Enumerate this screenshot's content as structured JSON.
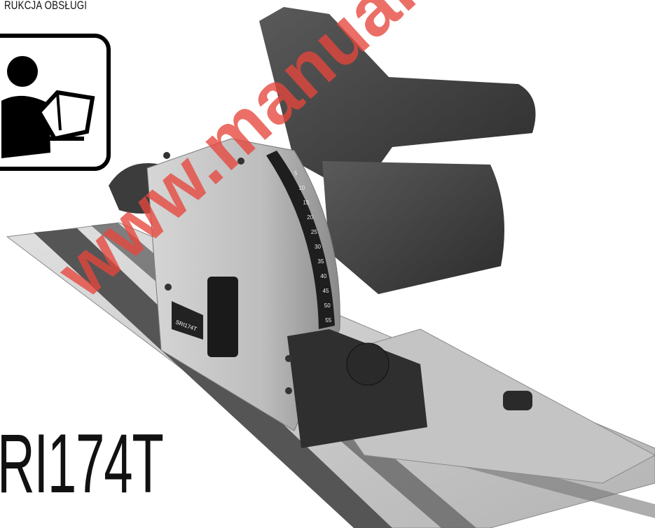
{
  "header": {
    "section_title": "RUKCJA OBSŁUGI"
  },
  "icon": {
    "name": "read-manual-icon"
  },
  "product": {
    "model": "RI174T",
    "scale_labels": [
      "5",
      "10",
      "15",
      "20",
      "25",
      "30",
      "35",
      "40",
      "45",
      "50",
      "55"
    ],
    "badge_text": "SRI174T"
  },
  "watermark": {
    "text": "www.manual.com"
  },
  "colors": {
    "watermark": "#e6463c",
    "body_dark": "#3a3a3a",
    "aluminium": "#c8c8c8"
  }
}
